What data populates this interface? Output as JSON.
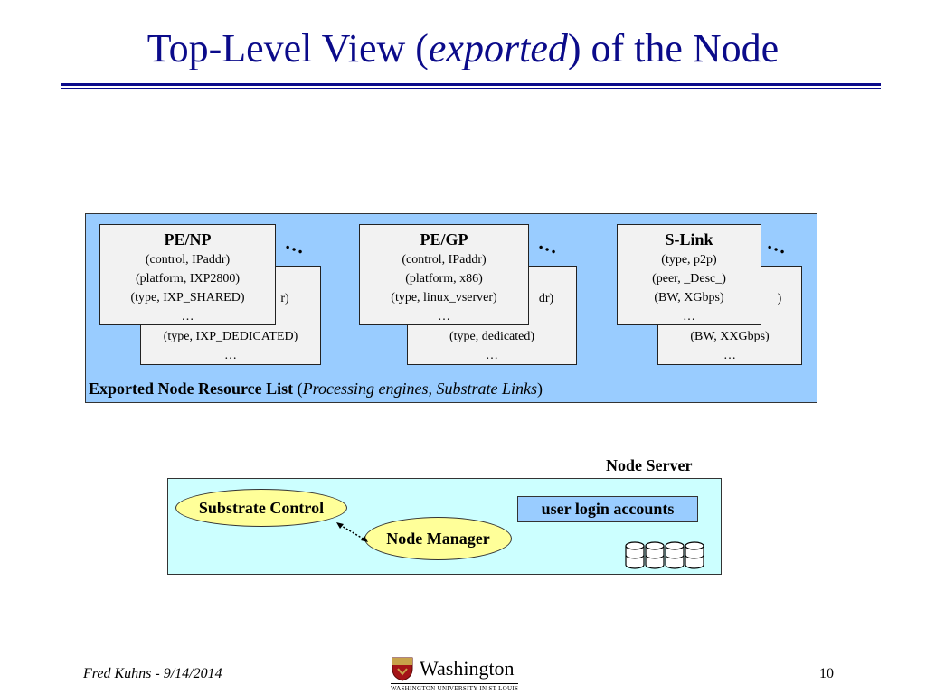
{
  "title": {
    "before": "Top-Level View (",
    "italic": "exported",
    "after": ") of the Node"
  },
  "resource_list": {
    "groups": [
      {
        "front": {
          "header": "PE/NP",
          "lines": [
            "(control, IPaddr)",
            "(platform, IXP2800)",
            "(type, IXP_SHARED)",
            "…"
          ]
        },
        "back_lines": [
          "r)",
          "(p              00)",
          "(type, IXP_DEDICATED)",
          "…"
        ],
        "more": "…"
      },
      {
        "front": {
          "header": "PE/GP",
          "lines": [
            "(control, IPaddr)",
            "(platform, x86)",
            "(type, linux_vserver)",
            "…"
          ]
        },
        "back_lines": [
          "dr)",
          "(p              6)",
          "(type, dedicated)",
          "…"
        ],
        "more": "…"
      },
      {
        "front": {
          "header": "S-Link",
          "lines": [
            "(type, p2p)",
            "(peer, _Desc_)",
            "(BW, XGbps)",
            "…"
          ]
        },
        "back_lines": [
          ")",
          "(             )",
          "(BW, XXGbps)",
          "…"
        ],
        "more": "…"
      }
    ],
    "caption": {
      "bold": "Exported Node Resource List",
      "open": " (",
      "italic": "Processing engines, Substrate Links",
      "close": ")"
    }
  },
  "node_server": {
    "label": "Node Server",
    "substrate_control": "Substrate Control",
    "node_manager": "Node Manager",
    "user_login": "user login accounts"
  },
  "footer": {
    "author": "Fred Kuhns - 9/14/2014",
    "logo": "Washington",
    "logo_sub": "WASHINGTON UNIVERSITY IN ST LOUIS",
    "page": "10"
  },
  "colors": {
    "title": "#0b0b8a",
    "resource_panel": "#99ccff",
    "card": "#f2f2f2",
    "node_server": "#ccffff",
    "ellipse": "#ffff99",
    "user_login": "#99ccff"
  },
  "icons": [
    "ellipsis-icon",
    "database-icon",
    "double-arrow-icon",
    "shield-logo-icon"
  ]
}
